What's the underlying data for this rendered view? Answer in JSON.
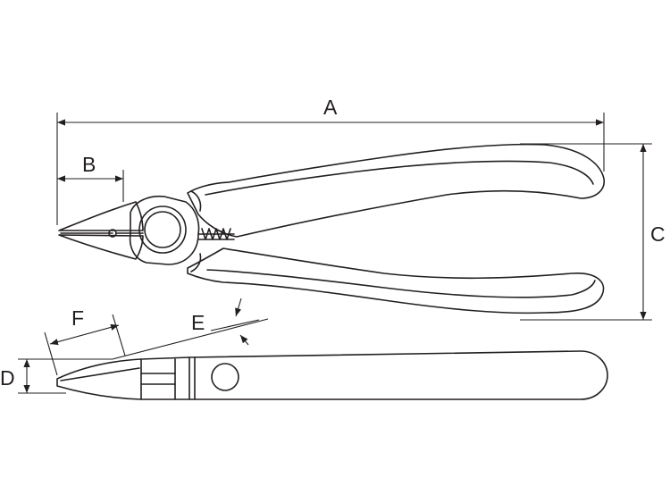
{
  "labels": {
    "a": "A",
    "b": "B",
    "c": "C",
    "d": "D",
    "e": "E",
    "f": "F"
  },
  "colors": {
    "line": "#231f20",
    "background": "#ffffff"
  }
}
